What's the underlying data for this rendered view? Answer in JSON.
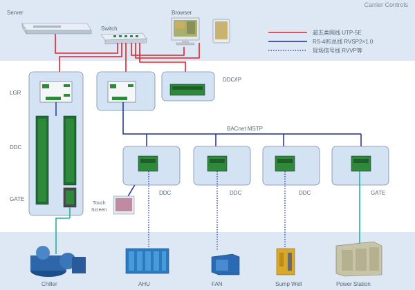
{
  "title": "Carrier Controls",
  "top": {
    "server_label": "Server",
    "switch_label": "Switch",
    "browser_label": "Browser"
  },
  "legend": [
    {
      "label": "超五类网线  UTP-5E",
      "color": "#e0202a",
      "style": "solid"
    },
    {
      "label": "RS-485总线  RVSP2×1.0",
      "color": "#1a2a9a",
      "style": "solid"
    },
    {
      "label": "现场信号线  RVVP等",
      "color": "#3a4aa8",
      "style": "dotted"
    }
  ],
  "left_rack": {
    "lgr": "LGR",
    "ddc": "DDC",
    "gate": "GATE"
  },
  "ddc_ip_label": "DDC/IP",
  "bus_label": "BACnet MSTP",
  "touch_screen": {
    "line1": "Touch",
    "line2": "Screen"
  },
  "modules": [
    {
      "label": "DDC"
    },
    {
      "label": "DDC"
    },
    {
      "label": "DDC"
    },
    {
      "label": "GATE"
    }
  ],
  "equipment": [
    {
      "label": "Chiller"
    },
    {
      "label": "AHU"
    },
    {
      "label": "FAN"
    },
    {
      "label": "Sump Well"
    },
    {
      "label": "Power Station"
    }
  ],
  "colors": {
    "band": "#dde8f4",
    "panel": "#d3e3f3",
    "panel_border": "#7a8aa0",
    "utp": "#e0202a",
    "rs485": "#1a2a9a",
    "field": "#3a4aa8",
    "teal": "#20b0a0",
    "device_green": "#2e8a3a"
  }
}
